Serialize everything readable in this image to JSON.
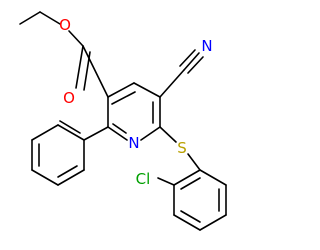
{
  "molecule": {
    "atom_labels": {
      "o_carbonyl": "O",
      "o_ester": "O",
      "n_nitrile": "N",
      "n_pyridine": "N",
      "s_thioether": "S",
      "cl_substituent": "Cl"
    }
  },
  "colors": {
    "bond": "#000000",
    "oxygen": "#ff0000",
    "nitrogen": "#0000ff",
    "sulfur": "#b8a000",
    "chlorine": "#00a000"
  }
}
